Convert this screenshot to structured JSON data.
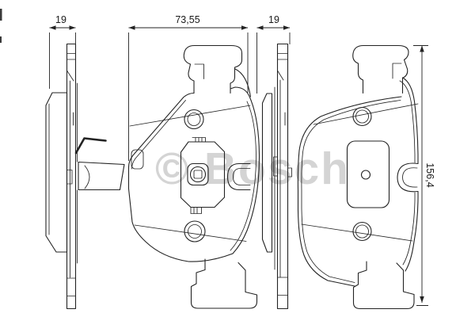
{
  "drawing": {
    "background_color": "#ffffff",
    "line_color": "#232323",
    "watermark": {
      "text": "© Bosch",
      "color": "#d4d4d4"
    },
    "dimensions": {
      "left_pad_thickness": "19",
      "pad_width": "73,55",
      "right_pad_thickness": "19",
      "pad_height": "156,4"
    }
  }
}
